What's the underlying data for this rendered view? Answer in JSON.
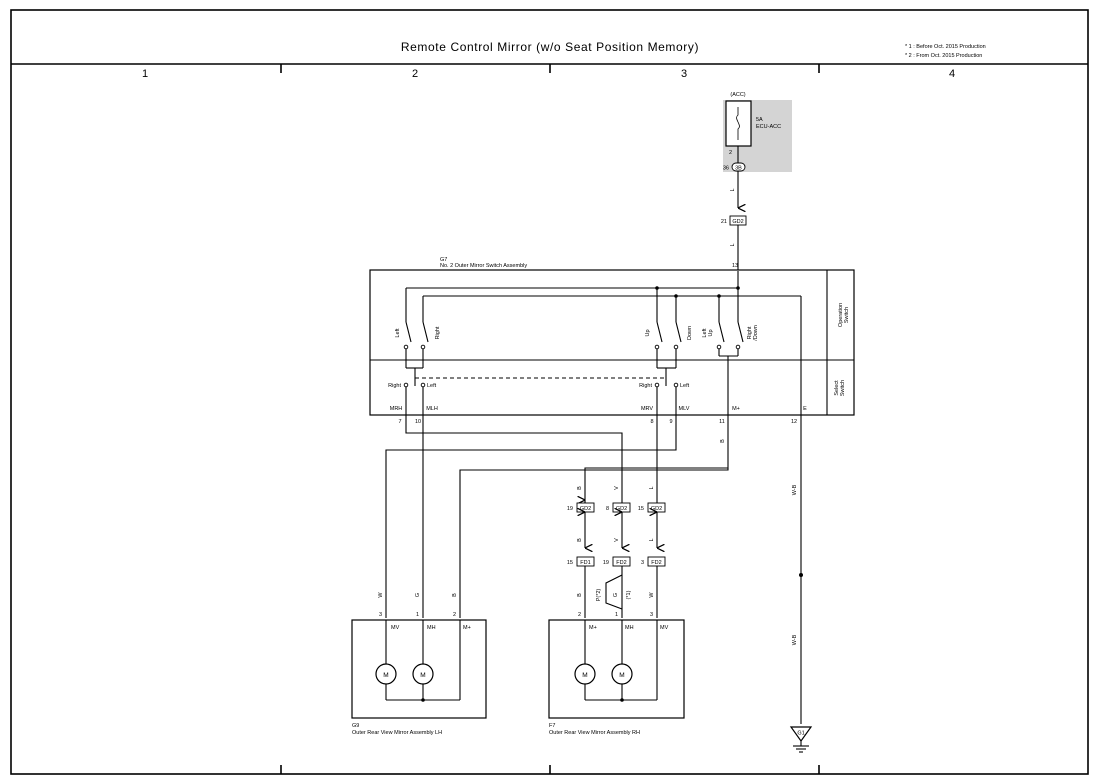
{
  "title": "Remote Control Mirror (w/o Seat Position Memory)",
  "notes": [
    "* 1 : Before Oct.  2015 Production",
    "* 2 : From Oct.  2015 Production"
  ],
  "zones": [
    "1",
    "2",
    "3",
    "4"
  ],
  "fuse": {
    "supply": "(ACC)",
    "rating": "5A",
    "name": "ECU-ACC",
    "pin_top": "2",
    "pin_left": "36",
    "connector": "3B"
  },
  "gd2_top": {
    "pin": "21",
    "name": "GD2"
  },
  "wire_colors": {
    "L": "L",
    "B": "B",
    "V": "V",
    "W": "W",
    "G": "G",
    "WB": "W-B"
  },
  "switch_assembly": {
    "code": "G7",
    "name": "No.  2 Outer Mirror Switch Assembly",
    "pin_top": "13",
    "operation_switch": [
      "Operation",
      "Switch"
    ],
    "select_switch": [
      "Select",
      "Switch"
    ],
    "op_labels": {
      "left": "Left",
      "right": "Right",
      "up": "Up",
      "down": "Down",
      "left_up": [
        "Left",
        "Up"
      ],
      "right_down": [
        "Right",
        "/Down"
      ]
    },
    "sel_labels": {
      "right": "Right",
      "left": "Left"
    },
    "terminals": [
      "MRH",
      "MLH",
      "MRV",
      "MLV",
      "M+",
      "E"
    ],
    "pins": [
      "7",
      "10",
      "8",
      "9",
      "11",
      "12"
    ]
  },
  "gd2_row": [
    {
      "pin": "19",
      "name": "GD2"
    },
    {
      "pin": "8",
      "name": "GD2"
    },
    {
      "pin": "15",
      "name": "GD2"
    }
  ],
  "fd_row": [
    {
      "pin": "15",
      "name": "FD1"
    },
    {
      "pin": "19",
      "name": "FD2"
    },
    {
      "pin": "3",
      "name": "FD2"
    }
  ],
  "variant_marks": {
    "p2": "P(*2)",
    "g1": "G",
    "star1": "(*1)"
  },
  "mirror_lh": {
    "code": "G9",
    "name": "Outer Rear View Mirror Assembly LH",
    "pins": [
      "3",
      "1",
      "2"
    ],
    "terminals": [
      "MV",
      "MH",
      "M+"
    ],
    "motor": "M"
  },
  "mirror_rh": {
    "code": "F7",
    "name": "Outer Rear View Mirror Assembly RH",
    "pins": [
      "2",
      "1",
      "3"
    ],
    "terminals": [
      "M+",
      "MH",
      "MV"
    ],
    "motor": "M"
  },
  "ground": {
    "name": "G1"
  }
}
